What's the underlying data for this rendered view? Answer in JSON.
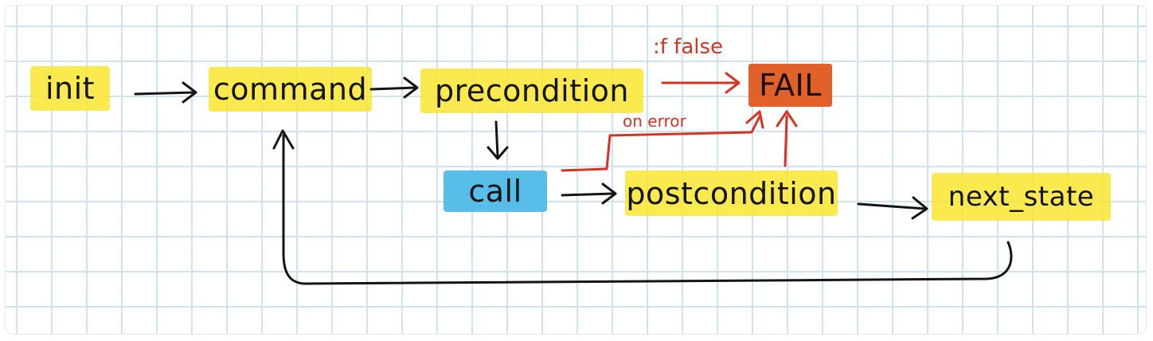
{
  "nodes": {
    "init": "init",
    "command": "command",
    "precondition": "precondition",
    "fail": "FAIL",
    "call": "call",
    "postcondition": "postcondition",
    "next_state": "next_state"
  },
  "edge_labels": {
    "if_false": ":f false",
    "on_error": "on error"
  },
  "colors": {
    "highlight": "#f9e530",
    "call": "#59bde9",
    "fail": "#e0612a",
    "arrow_black": "#141414",
    "arrow_red": "#d83222",
    "grid": "#cfe2ef"
  }
}
